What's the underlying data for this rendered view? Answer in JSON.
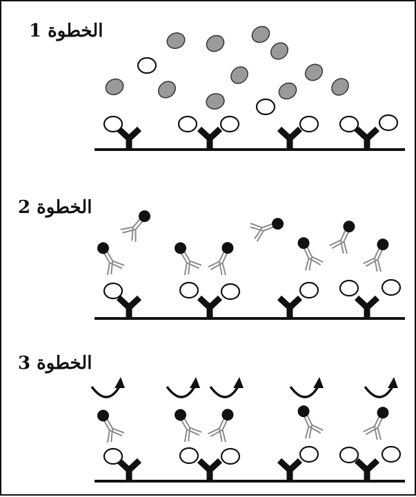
{
  "steps": [
    {
      "label": "الخطوة 1"
    },
    {
      "label": "الخطوة 2"
    },
    {
      "label": "الخطوة 3"
    }
  ],
  "colors": {
    "ink": "#111111",
    "grey_particle": "#9a9a9a",
    "secondary_antibody": "#8a8a8a",
    "surface": "#111111"
  },
  "icons": {
    "capture_antibody": "y-antibody-icon",
    "antigen": "white-oval-icon",
    "interferent": "grey-oval-icon",
    "labeled_antibody": "labeled-antibody-icon",
    "wash": "curved-arrow-icon"
  }
}
